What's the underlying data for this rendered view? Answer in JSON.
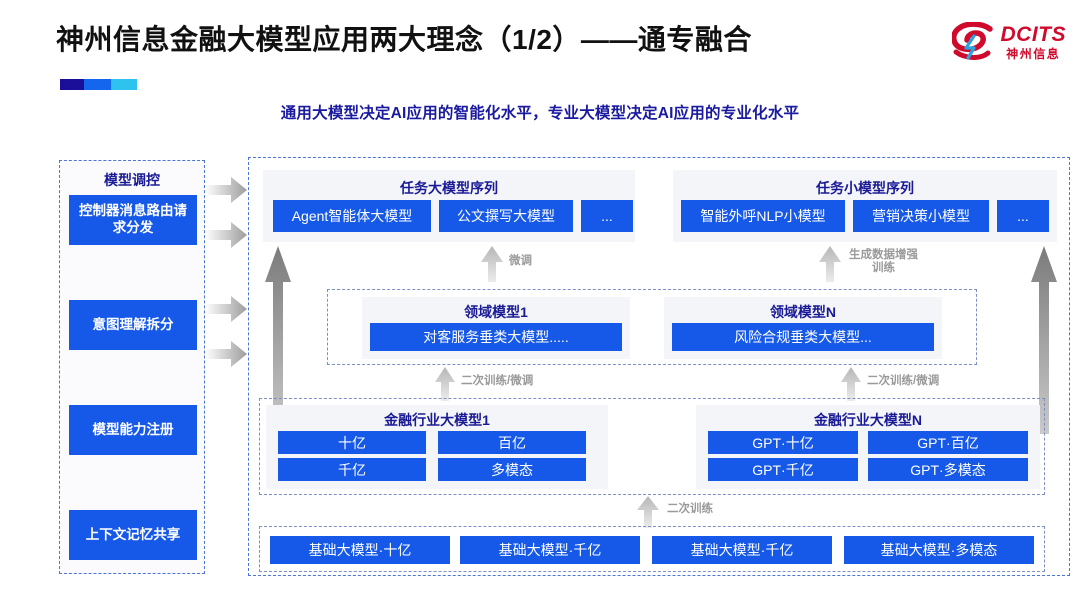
{
  "header": {
    "title": "神州信息金融大模型应用两大理念（1/2）——通专融合",
    "subtitle": "通用大模型决定AI应用的智能化水平，专业大模型决定AI应用的专业化水平",
    "logo_en": "DCITS",
    "logo_cn": "神州信息",
    "accent_colors": [
      "#1b0f9a",
      "#1566ee",
      "#2ec2ee"
    ],
    "brand_red": "#cf0a2c"
  },
  "colors": {
    "box_blue": "#1659e8",
    "heading_navy": "#1a1a96",
    "panel_gray": "#f4f5f8",
    "dash_blue": "#4b76d8",
    "arrow_gray": "#a9a9a9"
  },
  "control_panel": {
    "title": "模型调控",
    "items": [
      {
        "label": "控制器消息路由请求分发"
      },
      {
        "label": "意图理解拆分"
      },
      {
        "label": "模型能力注册"
      },
      {
        "label": "上下文记忆共享"
      }
    ]
  },
  "task_large": {
    "title": "任务大模型序列",
    "boxes": [
      "Agent智能体大模型",
      "公文撰写大模型",
      "..."
    ]
  },
  "task_small": {
    "title": "任务小模型序列",
    "boxes": [
      "智能外呼NLP小模型",
      "营销决策小模型",
      "..."
    ]
  },
  "domain_models": [
    {
      "title": "领域模型1",
      "box": "对客服务垂类大模型....."
    },
    {
      "title": "领域模型N",
      "box": "风险合规垂类大模型..."
    }
  ],
  "industry_models": [
    {
      "title": "金融行业大模型1",
      "boxes": [
        "十亿",
        "百亿",
        "千亿",
        "多模态"
      ]
    },
    {
      "title": "金融行业大模型N",
      "boxes": [
        "GPT·十亿",
        "GPT·百亿",
        "GPT·千亿",
        "GPT·多模态"
      ]
    }
  ],
  "foundation": {
    "boxes": [
      "基础大模型·十亿",
      "基础大模型·千亿",
      "基础大模型·千亿",
      "基础大模型·多模态"
    ]
  },
  "flow_labels": {
    "finetune": "微调",
    "gen_data_aug": "生成数据增强\n训练",
    "retrain_finetune_left": "二次训练/微调",
    "retrain_finetune_right": "二次训练/微调",
    "retrain": "二次训练"
  }
}
